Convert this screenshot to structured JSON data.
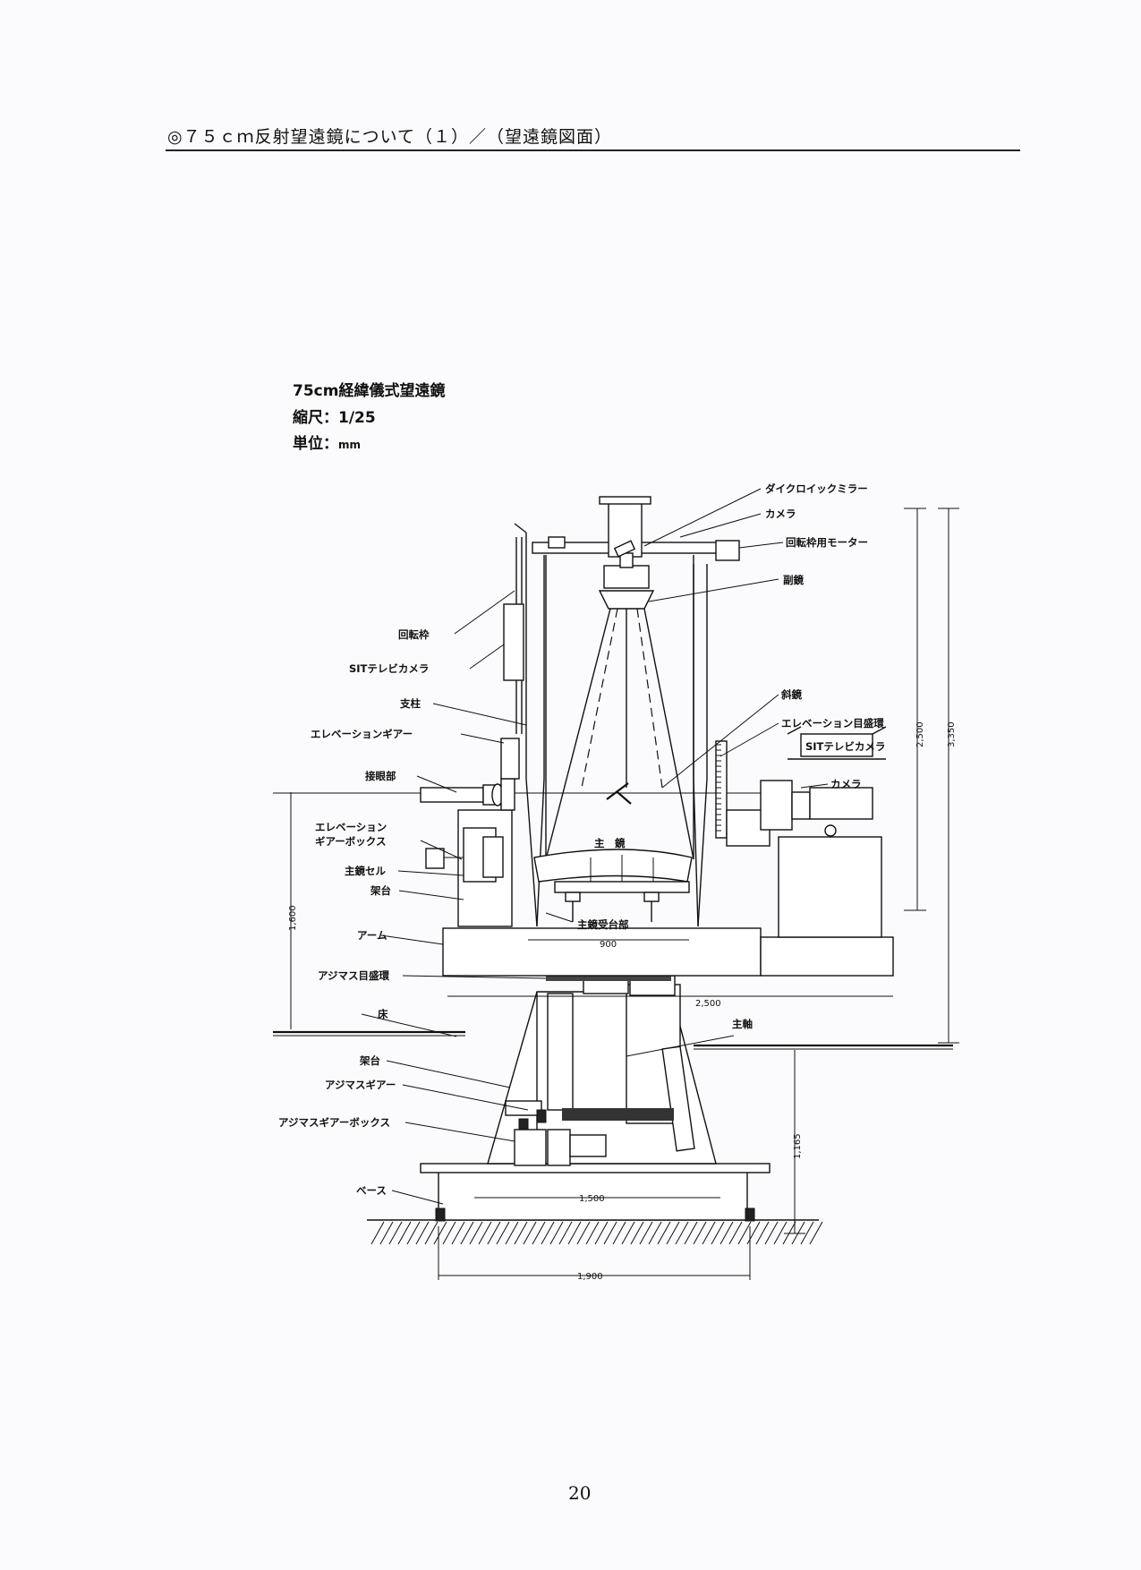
{
  "header": {
    "title": "◎７５ｃｍ反射望遠鏡について（１）／（望遠鏡図面）"
  },
  "drawing_info": {
    "name": "75cm経緯儀式望遠鏡",
    "scale": "縮尺：1/25",
    "unit_label": "単位：",
    "unit_value": "mm"
  },
  "labels": {
    "dichroic_mirror": "ダイクロイックミラー",
    "camera_top": "カメラ",
    "rotator_motor": "回転枠用モーター",
    "secondary_mirror": "副鏡",
    "rotator_frame": "回転枠",
    "sit_tv_camera_left": "SITテレビカメラ",
    "pillar": "支柱",
    "elevation_gear": "エレベーションギアー",
    "eyepiece": "接眼部",
    "elevation_gearbox_1": "エレベーション",
    "elevation_gearbox_2": "ギアーボックス",
    "primary_cell": "主鏡セル",
    "mount_upper": "架台",
    "arm": "アーム",
    "azimuth_circle": "アジマス目盛環",
    "floor": "床",
    "mount_lower": "架台",
    "azimuth_gear": "アジマスギアー",
    "azimuth_gearbox": "アジマスギアーボックス",
    "base": "ベース",
    "diagonal_mirror": "斜鏡",
    "elevation_circle": "エレベーション目盛環",
    "sit_tv_camera_right": "SITテレビカメラ",
    "camera_right": "カメラ",
    "primary_mirror": "主　鏡",
    "primary_support": "主鏡受台部",
    "main_axis": "主軸"
  },
  "dimensions": {
    "d900": "900",
    "d2500_horizontal": "2,500",
    "d1500": "1,500",
    "d1900": "1,900",
    "d1600": "1,600",
    "d2500_vertical": "2,500",
    "d3350": "3,350",
    "d1165": "1,165"
  },
  "page_number": "20"
}
